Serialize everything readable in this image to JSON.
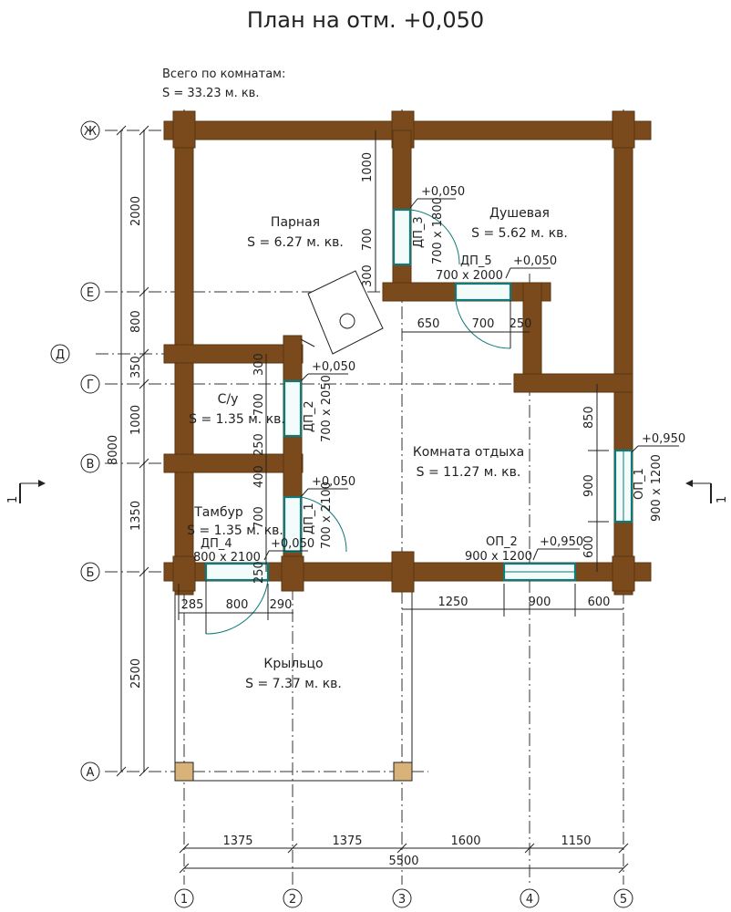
{
  "title": "План на отм. +0,050",
  "summary": {
    "line1": "Всего по комнатам:",
    "line2": "S   =  33.23 м. кв."
  },
  "rooms": {
    "parnaya": {
      "name": "Парная",
      "area": "S   = 6.27 м. кв."
    },
    "dushevaya": {
      "name": "Душевая",
      "area": "S   = 5.62 м. кв."
    },
    "su": {
      "name": "С/у",
      "area": "S   = 1.35 м. кв."
    },
    "komnata": {
      "name": "Комната отдыха",
      "area": "S   = 11.27 м. кв."
    },
    "tambur": {
      "name": "Тамбур",
      "area": "S   = 1.35 м. кв."
    },
    "kryltso": {
      "name": "Крыльцо",
      "area": "S   = 7.37 м. кв."
    }
  },
  "axes": {
    "horizontal": [
      "Ж",
      "Е",
      "Д",
      "Г",
      "В",
      "Б",
      "А"
    ],
    "vertical": [
      "1",
      "2",
      "3",
      "4",
      "5"
    ]
  },
  "openings": {
    "dp1": {
      "code": "ДП_1",
      "size": "700 х 2100",
      "level": "+0,050"
    },
    "dp2": {
      "code": "ДП_2",
      "size": "700 х 2050",
      "level": "+0,050"
    },
    "dp3": {
      "code": "ДП_3",
      "size": "700 х 1800",
      "level": "+0,050"
    },
    "dp4": {
      "code": "ДП_4",
      "size": "800 х 2100",
      "level": "+0,050"
    },
    "dp5": {
      "code": "ДП_5",
      "size": "700 х 2000",
      "level": "+0,050"
    },
    "op1": {
      "code": "ОП_1",
      "size": "900 х 1200",
      "level": "+0,950"
    },
    "op2": {
      "code": "ОП_2",
      "size": "900 х 1200",
      "level": "+0,950"
    }
  },
  "section_mark": "1",
  "dimensions": {
    "bottom_segments": [
      "1375",
      "1375",
      "1600",
      "1150"
    ],
    "bottom_total": "5500",
    "left_outer_total": "8000",
    "left_segments": [
      "2000",
      "800",
      "350",
      "1000",
      "1350",
      "2500"
    ],
    "porch_segments": [
      "285",
      "800",
      "290"
    ],
    "front_right_segments": [
      "1250",
      "900",
      "600"
    ],
    "partition_top": [
      "1000",
      "700",
      "300"
    ],
    "shower_door_segments": [
      "650",
      "700",
      "250"
    ],
    "su_wall": [
      "300",
      "700",
      "250"
    ],
    "tambur_wall": [
      "400",
      "700",
      "250"
    ],
    "right_wall": [
      "850",
      "900",
      "600"
    ]
  }
}
